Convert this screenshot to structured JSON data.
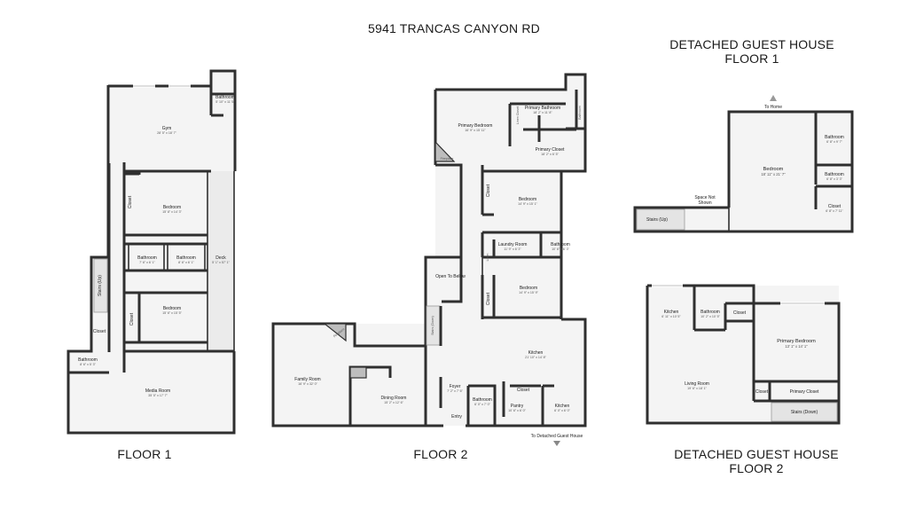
{
  "title": "5941 TRANCAS CANYON RD",
  "labels": {
    "floor1": "FLOOR 1",
    "floor2": "FLOOR 2",
    "guest_f1_line1": "DETACHED GUEST HOUSE",
    "guest_f1_line2": "FLOOR 1",
    "guest_f2_line1": "DETACHED GUEST HOUSE",
    "guest_f2_line2": "FLOOR 2"
  },
  "floor1_rooms": {
    "bathroom_top": {
      "name": "Bathroom",
      "dim": "5' 10\" x 11' 5\""
    },
    "gym": {
      "name": "Gym",
      "dim": "28' 5\" x 18' 7\""
    },
    "closet_upper": {
      "name": "Closet"
    },
    "bedroom_upper": {
      "name": "Bedroom",
      "dim": "15' 8\" x 14' 3\""
    },
    "bathroom_left": {
      "name": "Bathroom",
      "dim": "7' 6\" x 6' 1\""
    },
    "bathroom_right": {
      "name": "Bathroom",
      "dim": "8' 6\" x 6' 1\""
    },
    "deck": {
      "name": "Deck",
      "dim": "5' 1\" x 57' 1\""
    },
    "stairs_up": {
      "name": "Stairs (Up)"
    },
    "closet_lower": {
      "name": "Closet"
    },
    "bedroom_lower": {
      "name": "Bedroom",
      "dim": "15' 6\" x 15' 5\""
    },
    "closet_small": {
      "name": "Closet"
    },
    "bathroom_bottom": {
      "name": "Bathroom",
      "dim": "8' 6\" x 5' 3\""
    },
    "media_room": {
      "name": "Media Room",
      "dim": "35' 5\" x 17' 7\""
    }
  },
  "floor2_rooms": {
    "primary_bedroom": {
      "name": "Primary Bedroom",
      "dim": "16' 9\" x 15' 11\""
    },
    "primary_bathroom": {
      "name": "Primary Bathroom",
      "dim": "18' 2\" x 11' 8\""
    },
    "bathroom_side": {
      "name": "Bathroom"
    },
    "linen_closet": {
      "name": "Linen Closet"
    },
    "primary_closet": {
      "name": "Primary Closet",
      "dim": "18' 2\" x 6' 5\""
    },
    "fireplace": {
      "name": "Fireplace"
    },
    "closet_a": {
      "name": "Closet"
    },
    "bedroom_a": {
      "name": "Bedroom",
      "dim": "14' 9\" x 15' 1\""
    },
    "laundry_room": {
      "name": "Laundry Room",
      "dim": "11' 9\" x 6' 3\""
    },
    "bathroom_a": {
      "name": "Bathroom",
      "dim": "10' 6\" x 6' 3\""
    },
    "linen": {
      "name": "Linen"
    },
    "open_to_below": {
      "name": "Open To Below"
    },
    "closet_b": {
      "name": "Closet"
    },
    "bedroom_b": {
      "name": "Bedroom",
      "dim": "14' 9\" x 15' 9\""
    },
    "stairs_down": {
      "name": "Stairs (Down)"
    },
    "fireplace_b": {
      "name": "Fireplace"
    },
    "family_room": {
      "name": "Family Room",
      "dim": "16' 9\" x 32' 0\""
    },
    "dining_room": {
      "name": "Dining Room",
      "dim": "15' 2\" x 12' 6\""
    },
    "foyer": {
      "name": "Foyer",
      "dim": "7' 2\" x 7' 6\""
    },
    "entry": {
      "name": "Entry"
    },
    "bathroom_b": {
      "name": "Bathroom",
      "dim": "6' 0\" x 7' 0\""
    },
    "closet_c": {
      "name": "Closet"
    },
    "pantry": {
      "name": "Pantry",
      "dim": "10' 6\" x 6' 0\""
    },
    "kitchen_main": {
      "name": "Kitchen",
      "dim": "21' 10\" x 14' 8\""
    },
    "kitchen_small": {
      "name": "Kitchen",
      "dim": "6' 0\" x 6' 0\""
    },
    "to_guest_house": {
      "name": "To Detached Guest House"
    }
  },
  "guest_f1_rooms": {
    "to_home": {
      "name": "To Home"
    },
    "bedroom": {
      "name": "Bedroom",
      "dim": "18' 11\" x 21' 7\""
    },
    "bathroom_1": {
      "name": "Bathroom",
      "dim": "6' 8\" x 9' 7\""
    },
    "bathroom_2": {
      "name": "Bathroom",
      "dim": "6' 8\" x 3' 3\""
    },
    "closet": {
      "name": "Closet",
      "dim": "6' 8\" x 7' 11\""
    },
    "space_not_shown_1": "Space Not",
    "space_not_shown_2": "Shown",
    "stairs_up": {
      "name": "Stairs (Up)"
    }
  },
  "guest_f2_rooms": {
    "kitchen": {
      "name": "Kitchen",
      "dim": "6' 11\" x 10' 5\""
    },
    "bathroom": {
      "name": "Bathroom",
      "dim": "10' 2\" x 10' 5\""
    },
    "closet_top": {
      "name": "Closet"
    },
    "primary_bedroom": {
      "name": "Primary Bedroom",
      "dim": "13' 1\" x 14' 1\""
    },
    "living_room": {
      "name": "Living Room",
      "dim": "19' 6\" x 18' 1\""
    },
    "closet_mid": {
      "name": "Closet"
    },
    "primary_closet": {
      "name": "Primary Closet"
    },
    "stairs_down": {
      "name": "Stairs (Down)"
    }
  }
}
